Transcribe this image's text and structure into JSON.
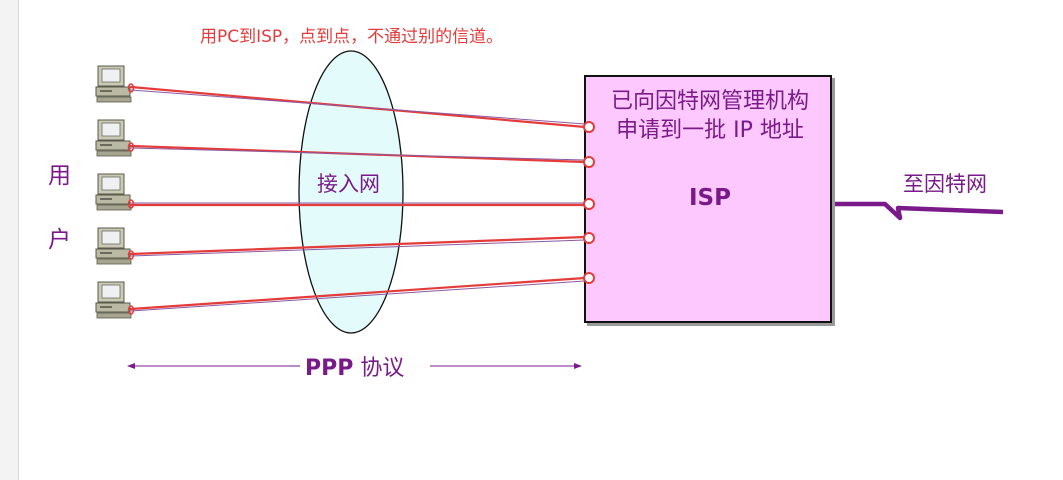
{
  "caption": "用PC到ISP，点到点，不通过别的信道。",
  "users_label": [
    "用",
    "户"
  ],
  "access_network_label": "接入网",
  "isp": {
    "description_lines": [
      "已向因特网管理机构",
      "申请到一批 IP 地址"
    ],
    "name": "ISP"
  },
  "internet_label": "至因特网",
  "protocol": {
    "name": "PPP",
    "suffix": "协议"
  },
  "colors": {
    "line": "#e43b3b",
    "text": "#7a1a8a",
    "isp_fill": "#fdc8fd",
    "ellipse_fill": "#e4fbfb",
    "caption": "#e23c3c"
  },
  "icons": {
    "computer": "computer-icon",
    "connection_port": "port-circle-icon"
  }
}
